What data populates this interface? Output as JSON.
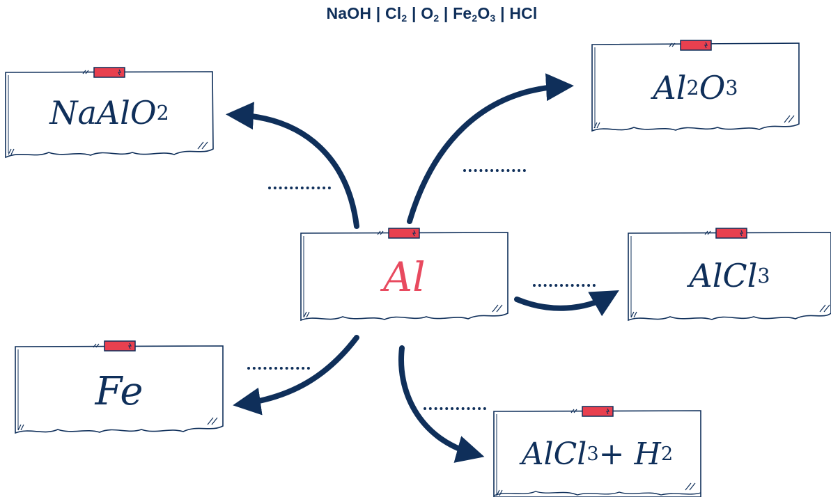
{
  "header": {
    "reagents": [
      {
        "base": "NaOH",
        "sub": ""
      },
      {
        "base": "Cl",
        "sub": "2"
      },
      {
        "base": "O",
        "sub": "2"
      },
      {
        "base": "Fe",
        "sub": "2",
        "base2": "O",
        "sub2": "3"
      },
      {
        "base": "HCl",
        "sub": ""
      }
    ],
    "separator": " | "
  },
  "nodes": {
    "center": {
      "base": "Al",
      "sub": "",
      "base2": "",
      "sub2": ""
    },
    "naalo2": {
      "base": "NaAlO",
      "sub": "2",
      "base2": "",
      "sub2": ""
    },
    "al2o3": {
      "base": "Al",
      "sub": "2",
      "base2": "O",
      "sub2": "3"
    },
    "alcl3": {
      "base": "AlCl",
      "sub": "3",
      "base2": "",
      "sub2": ""
    },
    "fe": {
      "base": "Fe",
      "sub": "",
      "base2": "",
      "sub2": ""
    },
    "alcl3_h2": {
      "base": "AlCl",
      "sub": "3",
      "base2": " + H",
      "sub2": "2"
    }
  },
  "colors": {
    "navy": "#0f2f5a",
    "accent": "#e84a5f",
    "tape": "#e8404f"
  }
}
